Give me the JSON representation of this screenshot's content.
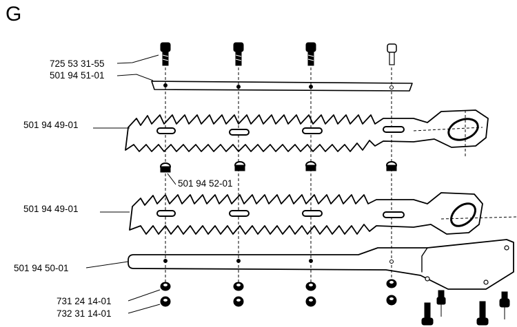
{
  "section": "G",
  "parts": {
    "screw": "725 53 31-55",
    "upper_plate": "501 94 51-01",
    "upper_blade": "501 94 49-01",
    "spacer": "501 94 52-01",
    "lower_blade": "501 94 49-01",
    "guide_bar": "501 94 50-01",
    "washer": "731 24 14-01",
    "nut": "732 31 14-01"
  },
  "icons": {
    "screws": "screw-icon",
    "plates": "plate-icon",
    "blades": "blade-icon",
    "spacers": "spacer-icon",
    "nuts": "nut-icon"
  }
}
